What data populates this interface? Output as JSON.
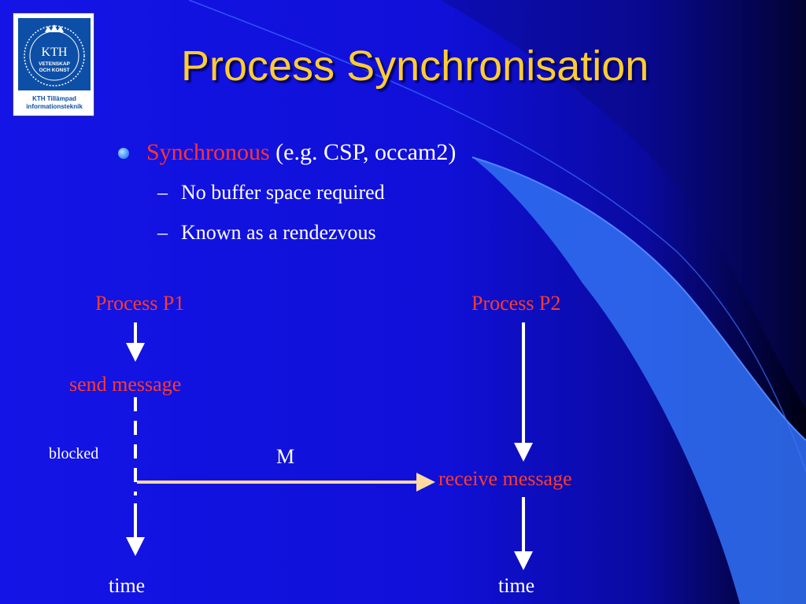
{
  "logo": {
    "seal_text": "KTH",
    "seal_subtext_1": "VETENSKAP",
    "seal_subtext_2": "OCH KONST",
    "caption_line_1": "KTH Tillämpad",
    "caption_line_2": "informationsteknik"
  },
  "slide": {
    "title": "Process Synchronisation"
  },
  "bullets": {
    "main_highlight": "Synchronous",
    "main_rest": "(e.g. CSP, occam2)",
    "sub_items": [
      "No buffer space required",
      "Known as a rendezvous"
    ],
    "sub_marker": "–"
  },
  "diagram": {
    "process_1": "Process P1",
    "process_2": "Process P2",
    "send_label": "send message",
    "receive_label": "receive message",
    "blocked_label": "blocked",
    "message_label": "M",
    "time_1": "time",
    "time_2": "time"
  },
  "colors": {
    "title": "#ffcc33",
    "accent": "#ff3333",
    "message_arrow": "#ffd9a0",
    "timeline": "#ffffff",
    "background": "#1414e6"
  }
}
